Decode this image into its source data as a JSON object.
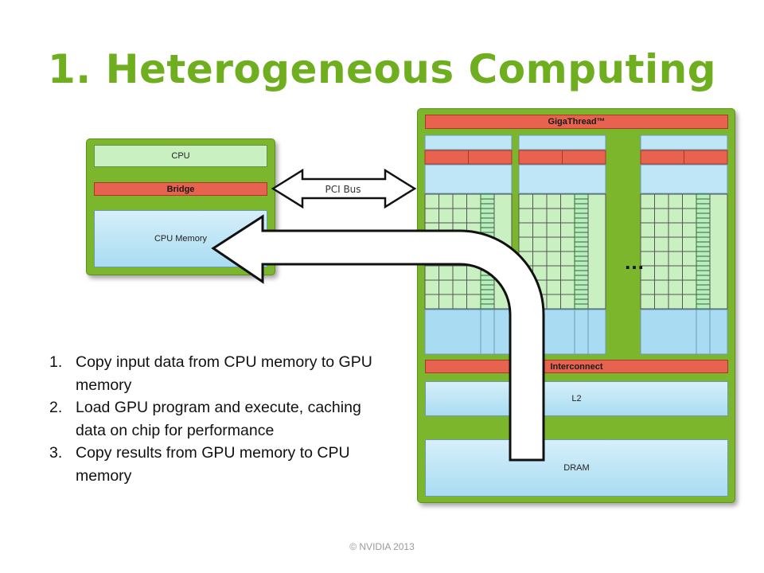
{
  "slide": {
    "title": "1. Heterogeneous Computing",
    "footer": "© NVIDIA 2013"
  },
  "cpu_system": {
    "cpu_label": "CPU",
    "bridge_label": "Bridge",
    "memory_label": "CPU Memory"
  },
  "bus": {
    "label": "PCI Bus"
  },
  "gpu": {
    "gigathread_label": "GigaThread™",
    "ellipsis": "…",
    "interconnect_label": "Interconnect",
    "l2_label": "L2",
    "dram_label": "DRAM"
  },
  "steps": [
    {
      "number": "1.",
      "text": "Copy input data from CPU memory to GPU memory"
    },
    {
      "number": "2.",
      "text": "Load GPU program and execute, caching data on chip for performance"
    },
    {
      "number": "3.",
      "text": "Copy results from GPU memory to CPU memory"
    }
  ],
  "colors": {
    "title": "#6fae1e",
    "panel_green": "#7cb62c",
    "red_bar": "#e7634f",
    "core_green": "#c9f0c0",
    "memory_blue": "#a9dcf2"
  }
}
